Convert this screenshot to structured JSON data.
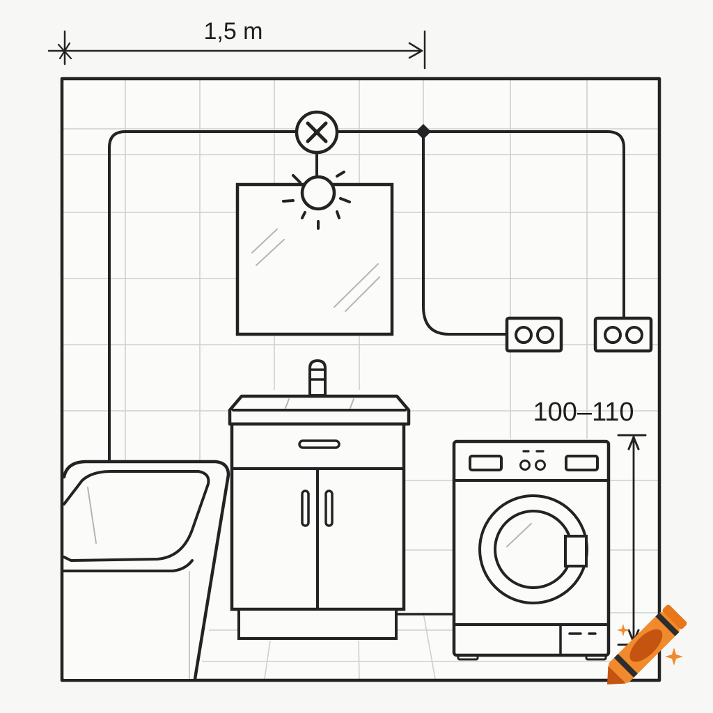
{
  "diagram": {
    "type": "bathroom electrical wiring sketch",
    "style": "hand-drawn line art on tiled wall",
    "colors": {
      "ink": "#232323",
      "paper": "#f7f7f5",
      "tile_grid": "#cfcfcf",
      "crayon_orange": "#f08a2c",
      "crayon_dark": "#c4540f"
    }
  },
  "dimensions": {
    "width_label": "1,5 m",
    "height_label": "100–110"
  },
  "elements": {
    "junction_box": {
      "name": "Junction box (ceiling/wall outlet, X symbol)",
      "symbol": "⊗"
    },
    "junction_node": {
      "name": "Wire junction node",
      "symbol": "◆"
    },
    "mirror_light": {
      "name": "Mirror light fixture"
    },
    "mirror": {
      "name": "Mirror"
    },
    "socket_left": {
      "name": "Double socket"
    },
    "socket_right": {
      "name": "Double socket"
    },
    "vanity": {
      "name": "Sink vanity cabinet with faucet"
    },
    "bathtub": {
      "name": "Bathtub"
    },
    "washing_machine": {
      "name": "Washing machine"
    }
  },
  "watermark": {
    "icon": "crayon-icon"
  }
}
